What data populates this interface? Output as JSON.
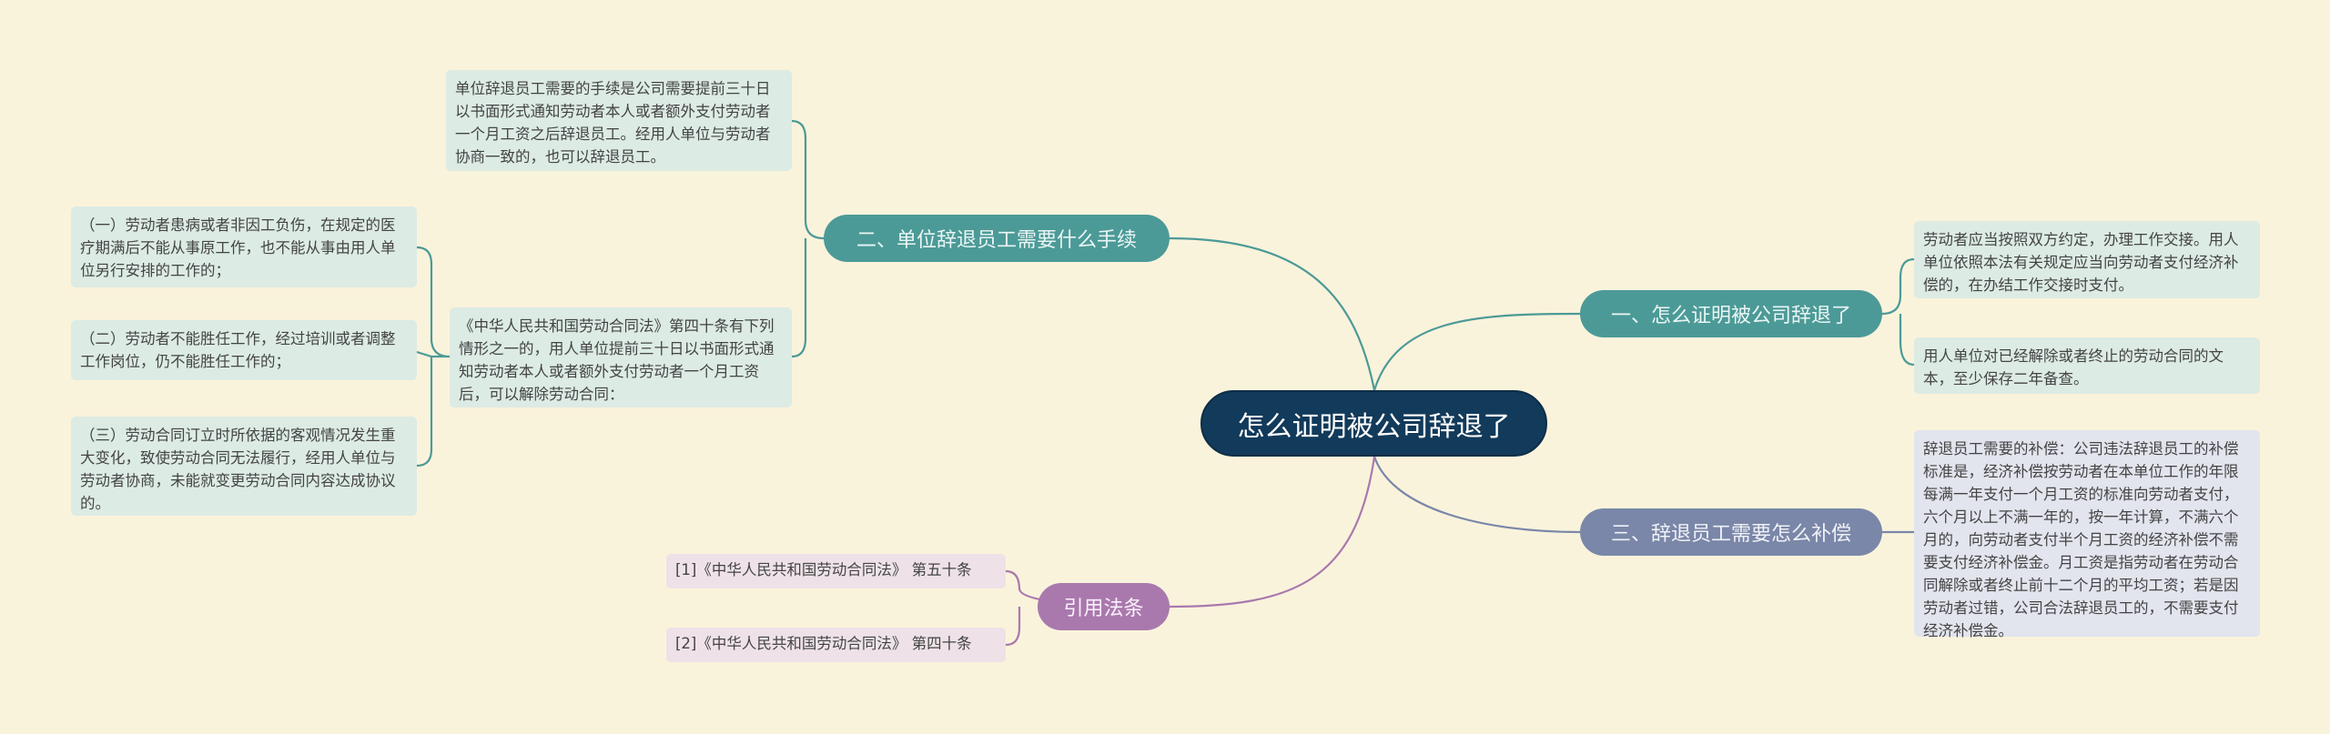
{
  "center": {
    "label": "怎么证明被公司辞退了"
  },
  "branches": {
    "b1": {
      "label": "一、怎么证明被公司辞退了",
      "items": [
        "劳动者应当按照双方约定，办理工作交接。用人单位依照本法有关规定应当向劳动者支付经济补偿的，在办结工作交接时支付。",
        "用人单位对已经解除或者终止的劳动合同的文本，至少保存二年备查。"
      ]
    },
    "b2": {
      "label": "二、单位辞退员工需要什么手续",
      "items": [
        "单位辞退员工需要的手续是公司需要提前三十日以书面形式通知劳动者本人或者额外支付劳动者一个月工资之后辞退员工。经用人单位与劳动者协商一致的，也可以辞退员工。",
        "《中华人民共和国劳动合同法》第四十条有下列情形之一的，用人单位提前三十日以书面形式通知劳动者本人或者额外支付劳动者一个月工资后，可以解除劳动合同："
      ],
      "sub_items": [
        "（一）劳动者患病或者非因工负伤，在规定的医疗期满后不能从事原工作，也不能从事由用人单位另行安排的工作的；",
        "（二）劳动者不能胜任工作，经过培训或者调整工作岗位，仍不能胜任工作的；",
        "（三）劳动合同订立时所依据的客观情况发生重大变化，致使劳动合同无法履行，经用人单位与劳动者协商，未能就变更劳动合同内容达成协议的。"
      ]
    },
    "b3": {
      "label": "三、辞退员工需要怎么补偿",
      "items": [
        "辞退员工需要的补偿：公司违法辞退员工的补偿标准是，经济补偿按劳动者在本单位工作的年限每满一年支付一个月工资的标准向劳动者支付，六个月以上不满一年的，按一年计算，不满六个月的，向劳动者支付半个月工资的经济补偿不需要支付经济补偿金。月工资是指劳动者在劳动合同解除或者终止前十二个月的平均工资；若是因劳动者过错，公司合法辞退员工的，不需要支付经济补偿金。"
      ]
    },
    "b4": {
      "label": "引用法条",
      "items": [
        "[1]《中华人民共和国劳动合同法》 第五十条",
        "[2]《中华人民共和国劳动合同法》 第四十条"
      ]
    }
  },
  "colors": {
    "background": "#faf3dc",
    "center": "#123a5a",
    "teal": "#4c9a97",
    "slate": "#7a87a8",
    "purple": "#a979ad"
  }
}
